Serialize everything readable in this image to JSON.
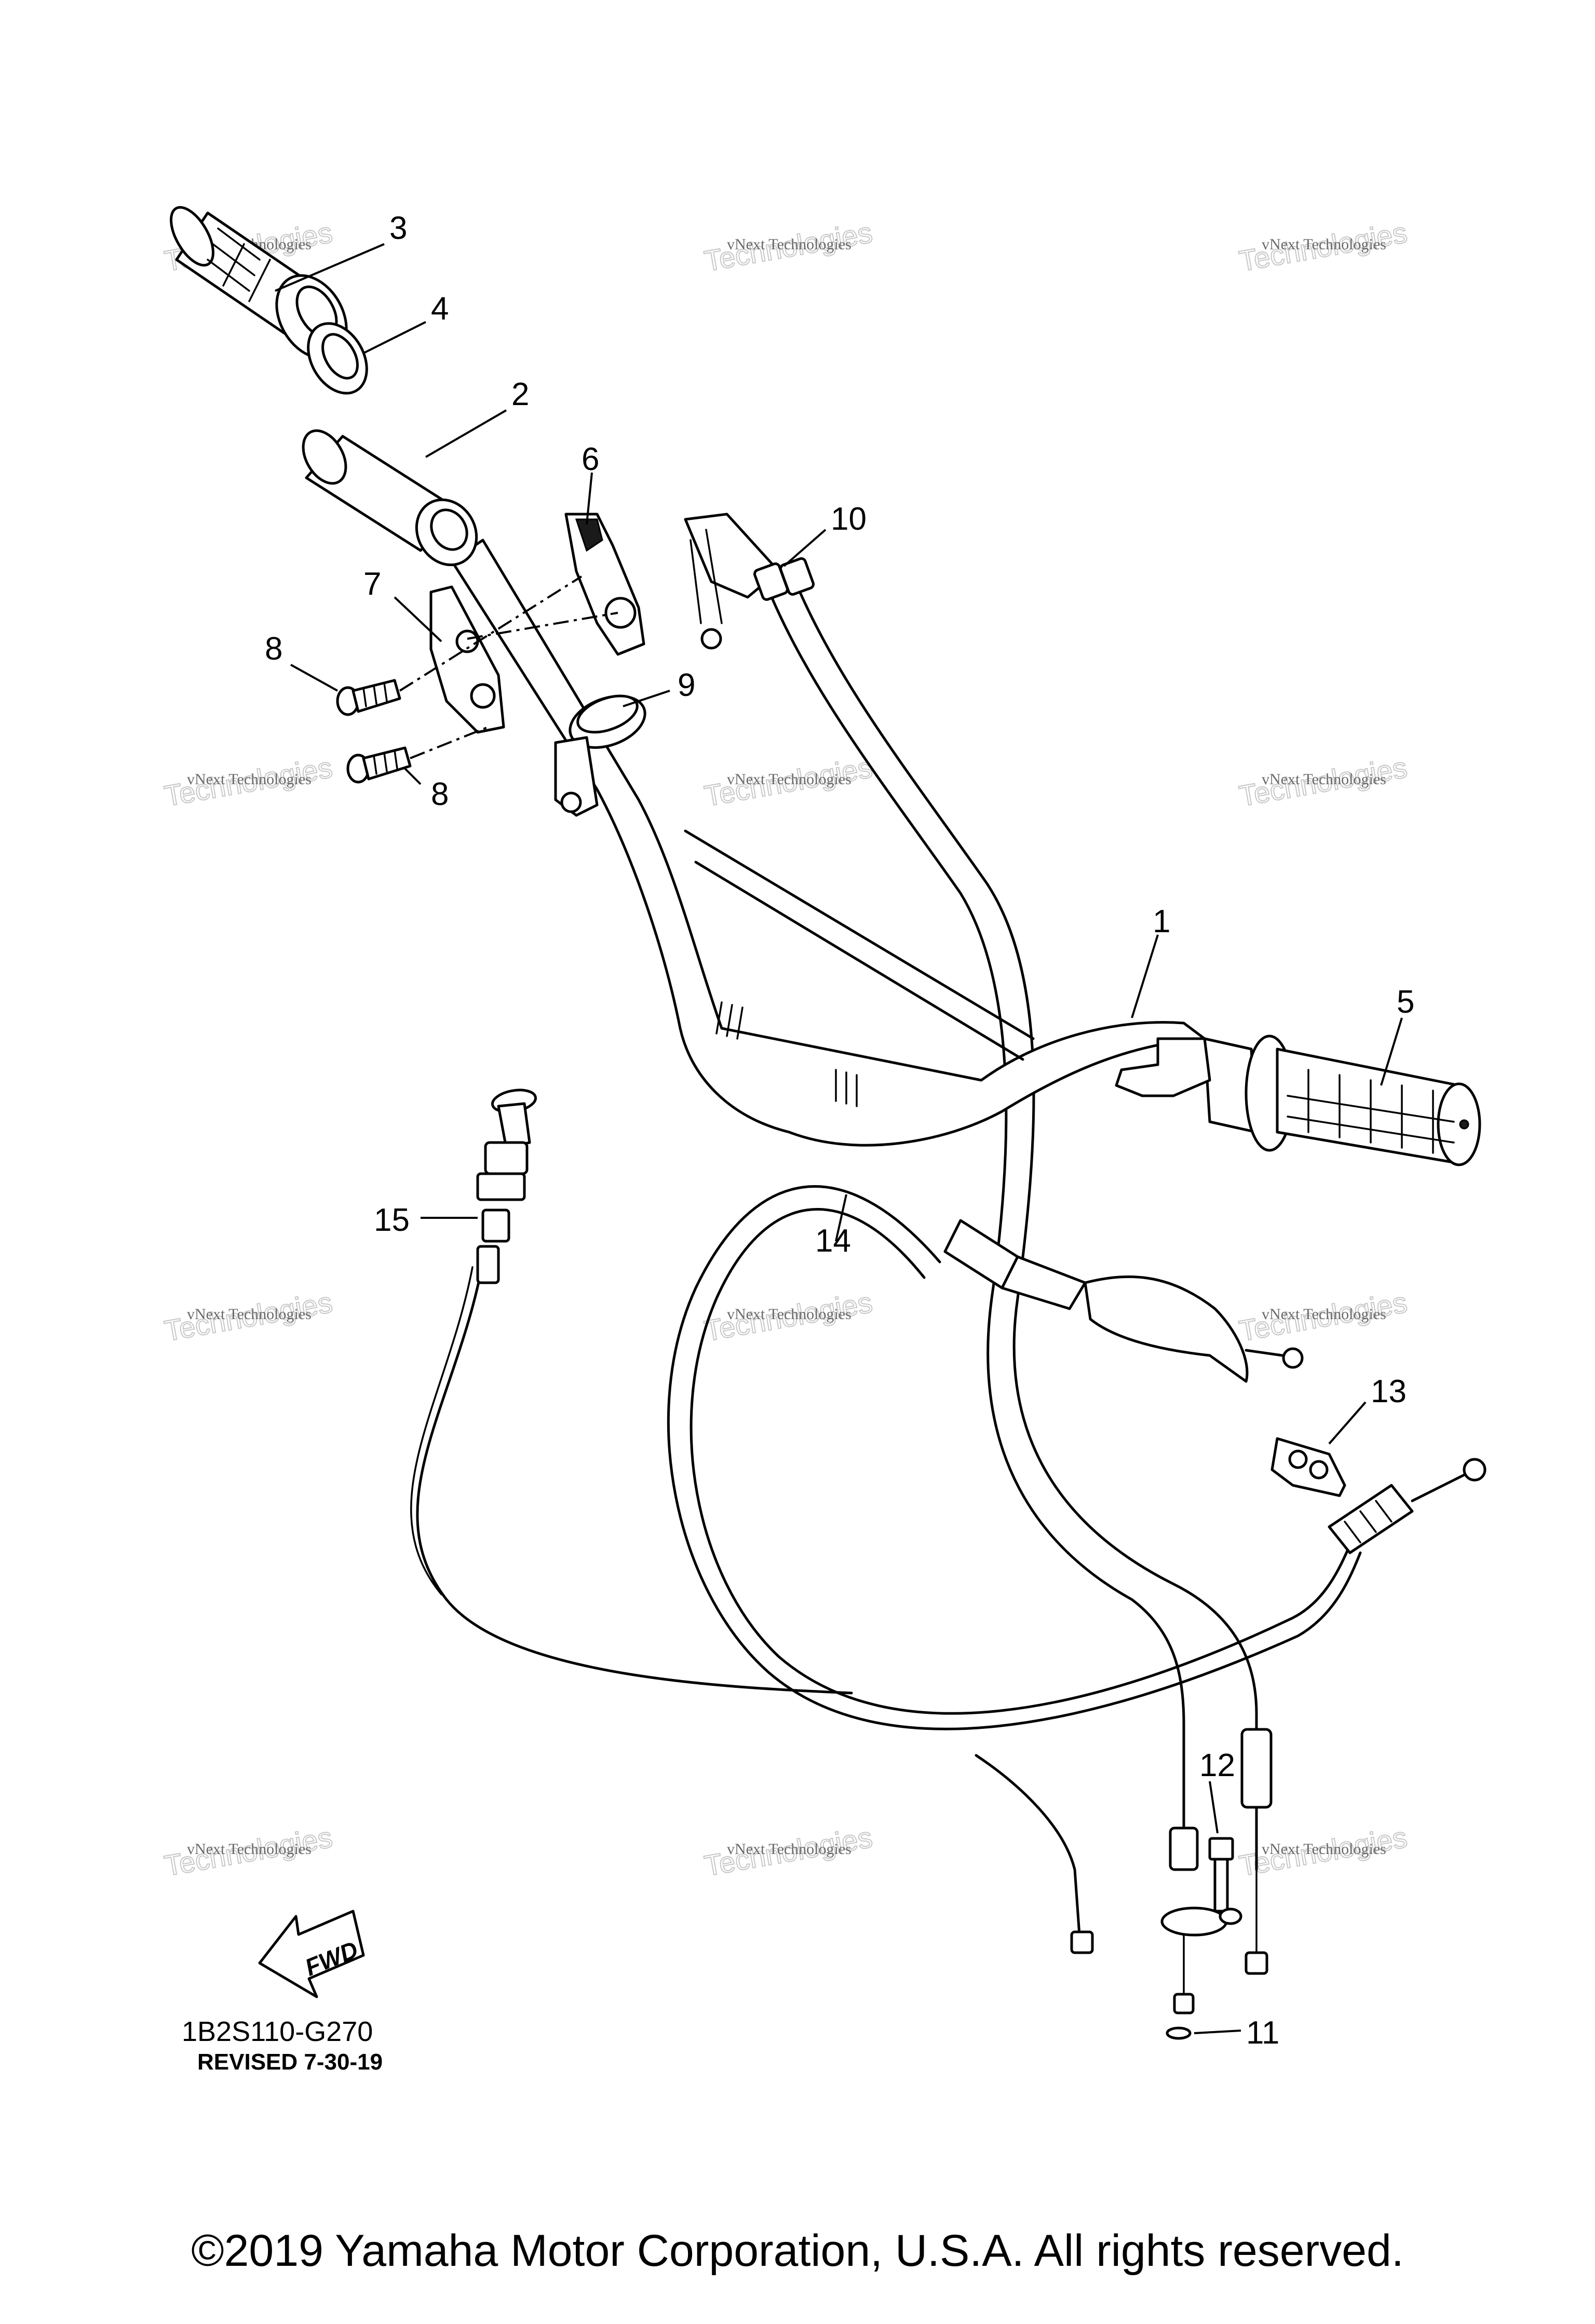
{
  "callouts": {
    "c1": "1",
    "c2": "2",
    "c3": "3",
    "c4": "4",
    "c5": "5",
    "c6": "6",
    "c7": "7",
    "c8a": "8",
    "c8b": "8",
    "c9": "9",
    "c10": "10",
    "c11": "11",
    "c12": "12",
    "c13": "13",
    "c14": "14",
    "c15": "15"
  },
  "watermark": {
    "line1": "vNext Technologies",
    "line2": "Technologies"
  },
  "fwd_label": "FWD",
  "diagram_code": "1B2S110-G270",
  "revision": "REVISED 7-30-19",
  "copyright": "©2019 Yamaha Motor Corporation, U.S.A. All rights reserved."
}
